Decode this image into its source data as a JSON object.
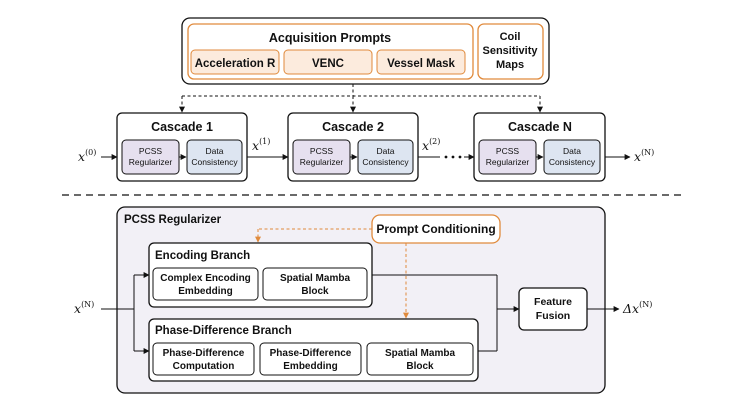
{
  "prompts": {
    "title": "Acquisition Prompts",
    "items": [
      "Acceleration R",
      "VENC",
      "Vessel Mask"
    ],
    "coil_lines": [
      "Coil",
      "Sensitivity",
      "Maps"
    ]
  },
  "cascades": [
    {
      "title": "Cascade 1",
      "reg_lines": [
        "PCSS",
        "Regularizer"
      ],
      "dc_lines": [
        "Data",
        "Consistency"
      ]
    },
    {
      "title": "Cascade 2",
      "reg_lines": [
        "PCSS",
        "Regularizer"
      ],
      "dc_lines": [
        "Data",
        "Consistency"
      ]
    },
    {
      "title": "Cascade N",
      "reg_lines": [
        "PCSS",
        "Regularizer"
      ],
      "dc_lines": [
        "Data",
        "Consistency"
      ]
    }
  ],
  "signals": {
    "x0": {
      "base": "x",
      "sup": "(0)"
    },
    "x1": {
      "base": "x",
      "sup": "(1)"
    },
    "x2": {
      "base": "x",
      "sup": "(2)"
    },
    "xN_out": {
      "base": "x",
      "sup": "(N)"
    },
    "xN_in": {
      "base": "x",
      "sup": "(N)"
    },
    "delta_out": {
      "base": "Δx",
      "sup": "(N)"
    }
  },
  "regularizer": {
    "title": "PCSS Regularizer",
    "prompt_conditioning": "Prompt Conditioning",
    "encoding_branch": {
      "title": "Encoding Branch",
      "blocks": [
        {
          "lines": [
            "Complex Encoding",
            "Embedding"
          ]
        },
        {
          "lines": [
            "Spatial Mamba",
            "Block"
          ]
        }
      ]
    },
    "phase_branch": {
      "title": "Phase-Difference Branch",
      "blocks": [
        {
          "lines": [
            "Phase-Difference",
            "Computation"
          ]
        },
        {
          "lines": [
            "Phase-Difference",
            "Embedding"
          ]
        },
        {
          "lines": [
            "Spatial Mamba",
            "Block"
          ]
        }
      ]
    },
    "fusion_lines": [
      "Feature",
      "Fusion"
    ]
  },
  "colors": {
    "accent_orange": "#E08A3C",
    "prompt_fill": "#FCEBDD",
    "reg_fill": "#E6E0EF",
    "dc_fill": "#DDE5F1",
    "region_fill": "#F2F0F6",
    "line": "#111111"
  }
}
